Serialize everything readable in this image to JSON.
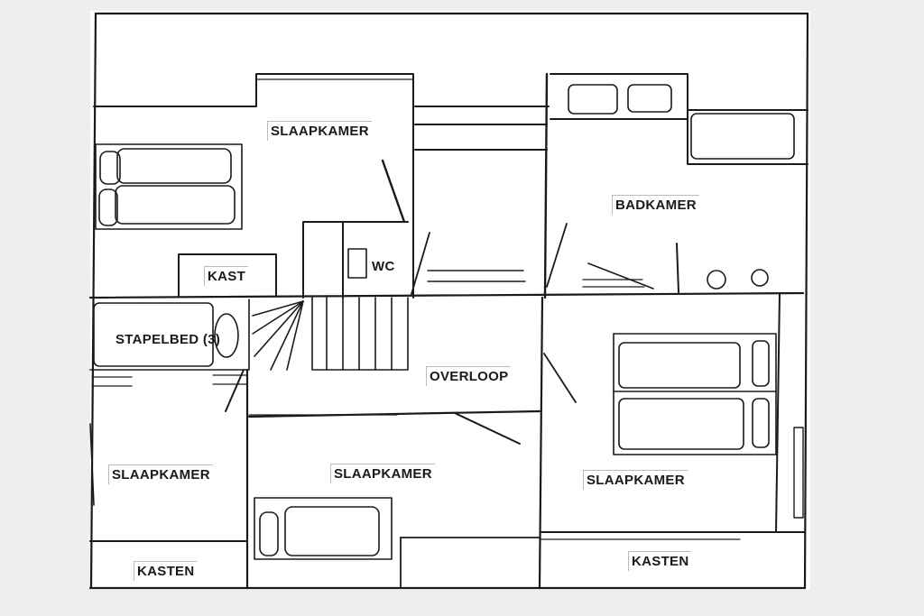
{
  "colors": {
    "paper": "#ffffff",
    "background": "#eeeeec",
    "ink": "#1a1a1a"
  },
  "rooms": {
    "slaapkamer_top": "SLAAPKAMER",
    "kast": "KAST",
    "wc": "WC",
    "badkamer": "BADKAMER",
    "stapelbed": "STAPELBED (3)",
    "overloop": "OVERLOOP",
    "slaapkamer_left": "SLAAPKAMER",
    "slaapkamer_center": "SLAAPKAMER",
    "slaapkamer_right": "SLAAPKAMER",
    "kasten_left": "KASTEN",
    "kasten_right": "KASTEN"
  }
}
